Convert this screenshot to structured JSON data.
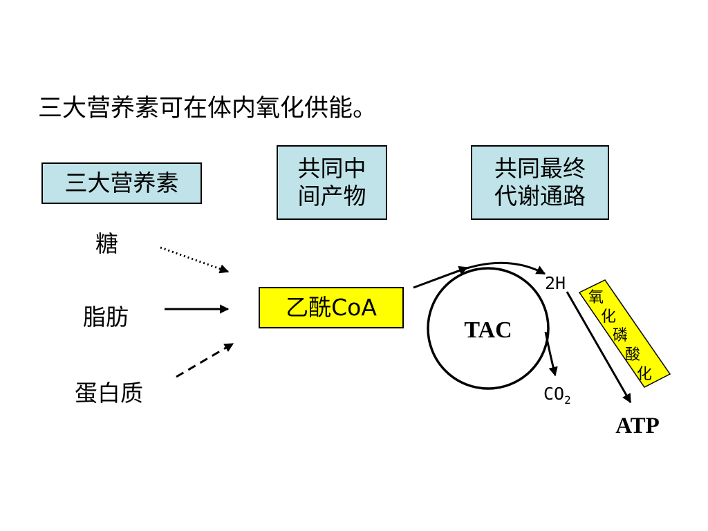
{
  "heading": "三大营养素可在体内氧化供能。",
  "boxes": {
    "nutrients": "三大营养素",
    "intermediate": [
      "共同中",
      "间产物"
    ],
    "final_pathway": [
      "共同最终",
      "代谢通路"
    ],
    "acetyl_coa": "乙酰CoA"
  },
  "nutrients": {
    "sugar": "糖",
    "fat": "脂肪",
    "protein": "蛋白质"
  },
  "cycle": {
    "label": "TAC",
    "hydrogen": "2H",
    "co2_main": "CO",
    "co2_sub": "2"
  },
  "oxidative_phosphorylation": [
    "氧",
    "化",
    "磷",
    "酸",
    "化"
  ],
  "atp": "ATP",
  "colors": {
    "box_blue": "#bfe3e8",
    "box_yellow": "#ffff00",
    "stroke": "#000000"
  }
}
